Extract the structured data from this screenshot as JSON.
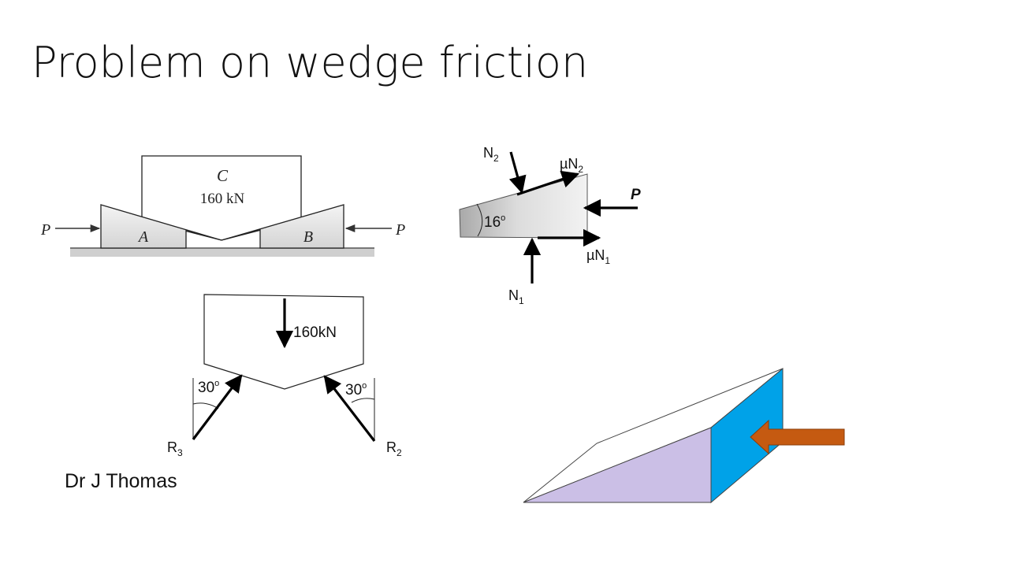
{
  "slide": {
    "title": "Problem on wedge friction",
    "author": "Dr J Thomas"
  },
  "assembly": {
    "block_label": "C",
    "block_load": "160 kN",
    "wedge_a": "A",
    "wedge_b": "B",
    "force_left": "P",
    "force_right": "P"
  },
  "block_fbd": {
    "load": "160kN",
    "left_angle": "30",
    "right_angle": "30",
    "left_reaction": "R",
    "left_reaction_sub": "3",
    "right_reaction": "R",
    "right_reaction_sub": "2",
    "degree_mark": "o"
  },
  "wedge_fbd": {
    "angle": "16",
    "degree_mark": "o",
    "n2": "N",
    "n2_sub": "2",
    "mu_n2": "µN",
    "mu_n2_sub": "2",
    "p": "P",
    "mu_n1": "µN",
    "mu_n1_sub": "1",
    "n1": "N",
    "n1_sub": "1"
  },
  "colors": {
    "wedge_side": "#cbbfe6",
    "wedge_face": "#00a2e8",
    "push_arrow": "#c55a11",
    "ground": "#cfcfcf"
  }
}
